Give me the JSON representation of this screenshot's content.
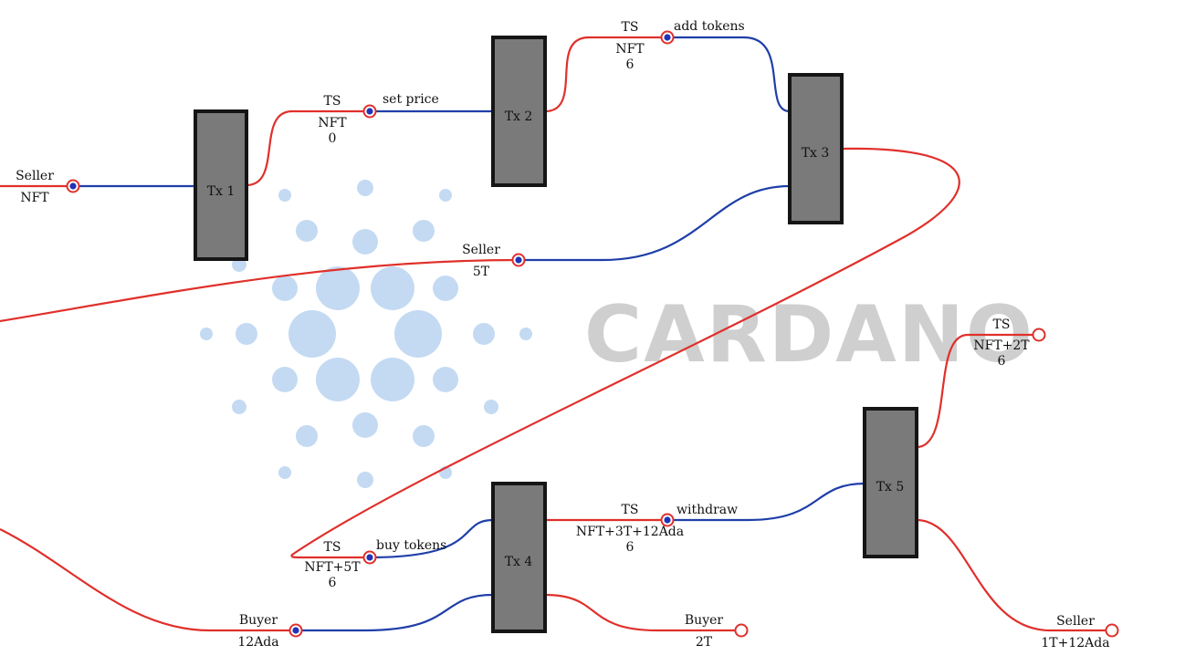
{
  "brand": {
    "watermark_text": "CARDANO",
    "colors": {
      "output_wire": "#e0302b",
      "input_wire": "#1f3fa8",
      "tx_box": "#7a7a7a",
      "watermark_dots": "#c4daf3",
      "watermark_text": "#cfcfcf"
    }
  },
  "transactions": [
    {
      "id": "tx1",
      "label": "Tx 1"
    },
    {
      "id": "tx2",
      "label": "Tx 2"
    },
    {
      "id": "tx3",
      "label": "Tx 3"
    },
    {
      "id": "tx4",
      "label": "Tx 4"
    },
    {
      "id": "tx5",
      "label": "Tx 5"
    }
  ],
  "utxos": {
    "seller_nft": {
      "top": "Seller",
      "bottom": "NFT"
    },
    "ts_after_tx1": {
      "top": "TS",
      "action": "set price",
      "value": "NFT",
      "datum": "0"
    },
    "ts_after_tx2": {
      "top": "TS",
      "action": "add tokens",
      "value": "NFT",
      "datum": "6"
    },
    "seller_5t": {
      "top": "Seller",
      "bottom": "5T"
    },
    "ts_after_tx3": {
      "top": "TS",
      "action": "buy tokens",
      "value": "NFT+5T",
      "datum": "6"
    },
    "buyer_12ada": {
      "top": "Buyer",
      "bottom": "12Ada"
    },
    "ts_after_tx4": {
      "top": "TS",
      "action": "withdraw",
      "value": "NFT+3T+12Ada",
      "datum": "6"
    },
    "buyer_2t": {
      "top": "Buyer",
      "bottom": "2T"
    },
    "ts_final": {
      "top": "TS",
      "value": "NFT+2T",
      "datum": "6"
    },
    "seller_final": {
      "top": "Seller",
      "bottom": "1T+12Ada"
    }
  }
}
